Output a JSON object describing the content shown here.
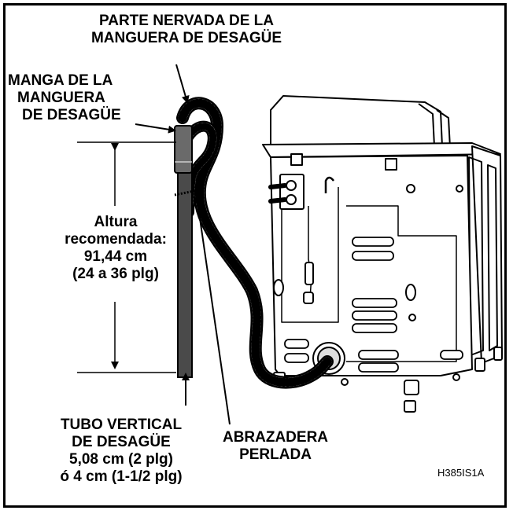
{
  "labels": {
    "ribbed_hose": [
      "PARTE NERVADA DE LA",
      "MANGUERA DE DESAGÜE"
    ],
    "hose_sleeve": [
      "MANGA DE LA",
      "MANGUERA",
      "DE DESAGÜE"
    ],
    "height": [
      "Altura",
      "recomendada:",
      "91,44 cm",
      "(24 a 36 plg)"
    ],
    "standpipe": [
      "TUBO VERTICAL",
      "DE DESAGÜE",
      "5,08 cm (2 plg)",
      "ó 4 cm (1-1/2 plg)"
    ],
    "clamp": [
      "ABRAZADERA",
      "PERLADA"
    ],
    "figure_code": "H385IS1A"
  }
}
